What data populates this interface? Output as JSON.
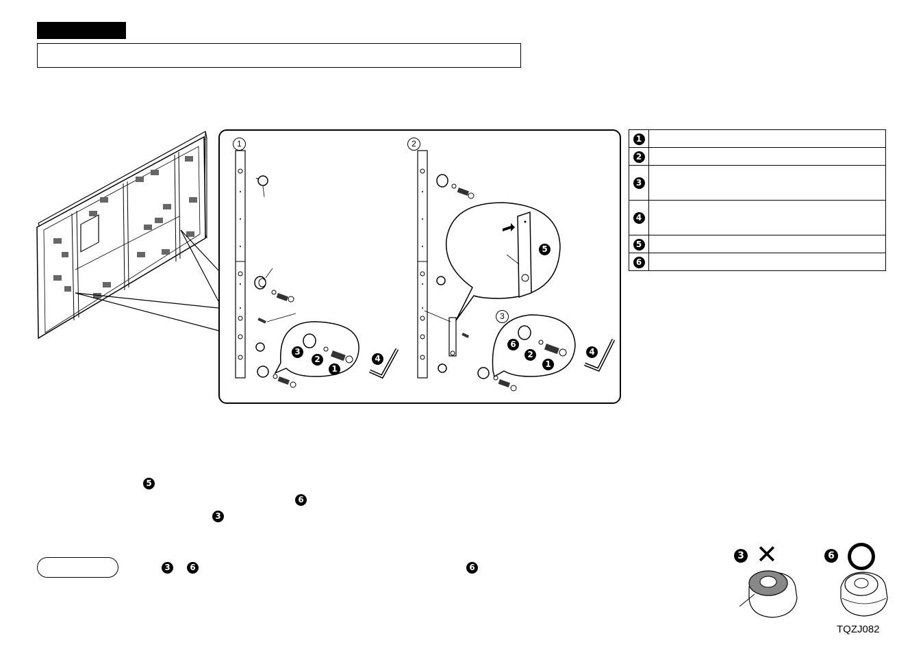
{
  "document": {
    "code": "TQZJ082"
  },
  "steps": {
    "step1": "1",
    "step2": "2",
    "step3": "3"
  },
  "parts": [
    {
      "num": "1"
    },
    {
      "num": "2"
    },
    {
      "num": "3"
    },
    {
      "num": "4"
    },
    {
      "num": "5"
    },
    {
      "num": "6"
    }
  ],
  "callouts": {
    "n1": "1",
    "n2": "2",
    "n3": "3",
    "n4": "4",
    "n5": "5",
    "n6": "6"
  },
  "body_refs": {
    "ref5": "5",
    "ref6": "6",
    "ref3": "3"
  },
  "note_refs": {
    "ref3": "3",
    "ref6a": "6",
    "ref6b": "6"
  },
  "compare": {
    "wrong_part": "3",
    "right_part": "6",
    "wrong_symbol": "✕",
    "right_symbol": "○"
  },
  "icons": [
    "display-back-panel",
    "bracket-strip",
    "spacer-knob",
    "bolt",
    "washer",
    "hex-key",
    "wrong-mark",
    "ok-mark"
  ]
}
